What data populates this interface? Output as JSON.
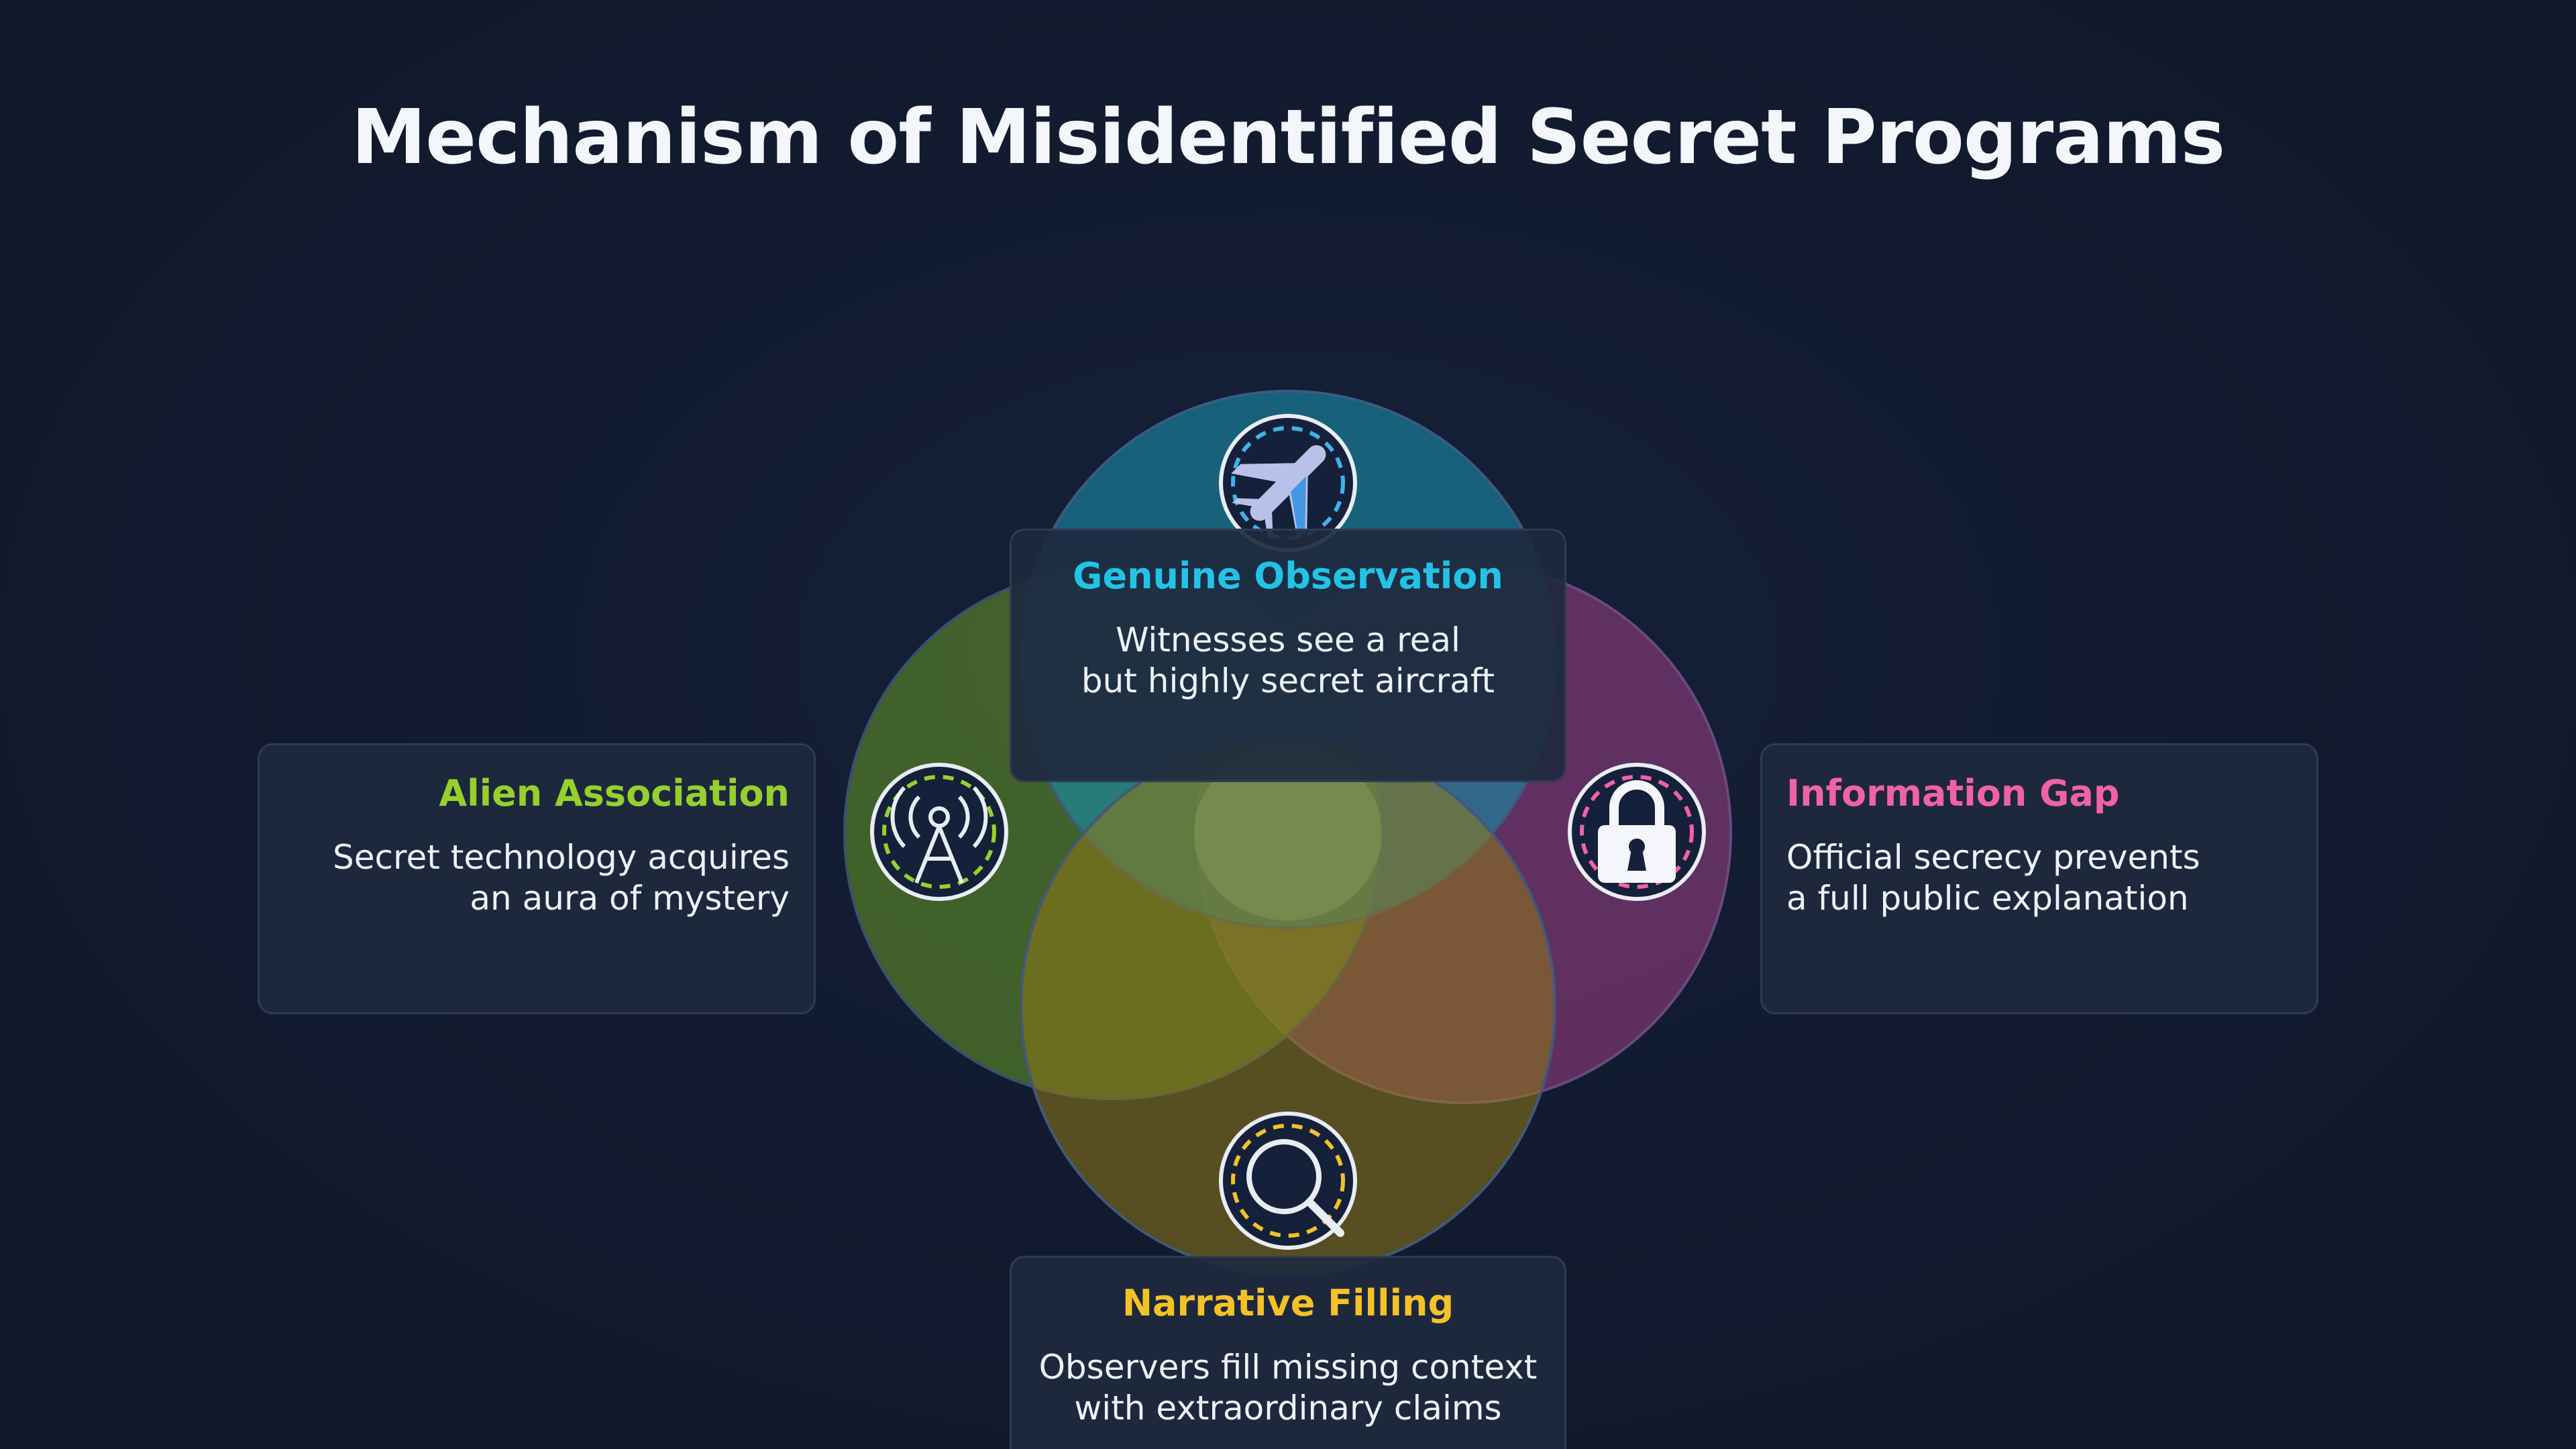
{
  "title": "Mechanism of Misidentified Secret Programs",
  "circles": [
    {
      "key": "genuine",
      "color": "#1f8ca8",
      "stroke": "#3a5a7a",
      "icon": "airplane-icon",
      "icon_color": "#4aa3e8"
    },
    {
      "key": "alien",
      "color": "#5f8a2a",
      "stroke": "#3a5a6a",
      "icon": "radio-tower-icon",
      "icon_color": "#95d12c"
    },
    {
      "key": "info",
      "color": "#8a3a78",
      "stroke": "#5a3a6a",
      "icon": "padlock-icon",
      "icon_color": "#f062a8"
    },
    {
      "key": "narrative",
      "color": "#8a7a20",
      "stroke": "#4a5a7a",
      "icon": "magnifier-icon",
      "icon_color": "#f4c227"
    }
  ],
  "cards": {
    "genuine": {
      "heading": "Genuine Observation",
      "text": "Witnesses see a real\nbut highly secret aircraft"
    },
    "alien": {
      "heading": "Alien Association",
      "text": "Secret technology acquires\nan aura of mystery"
    },
    "info": {
      "heading": "Information Gap",
      "text": "Official secrecy prevents\na full public explanation"
    },
    "narrative": {
      "heading": "Narrative Filling",
      "text": "Observers fill missing context\nwith extraordinary claims"
    }
  }
}
